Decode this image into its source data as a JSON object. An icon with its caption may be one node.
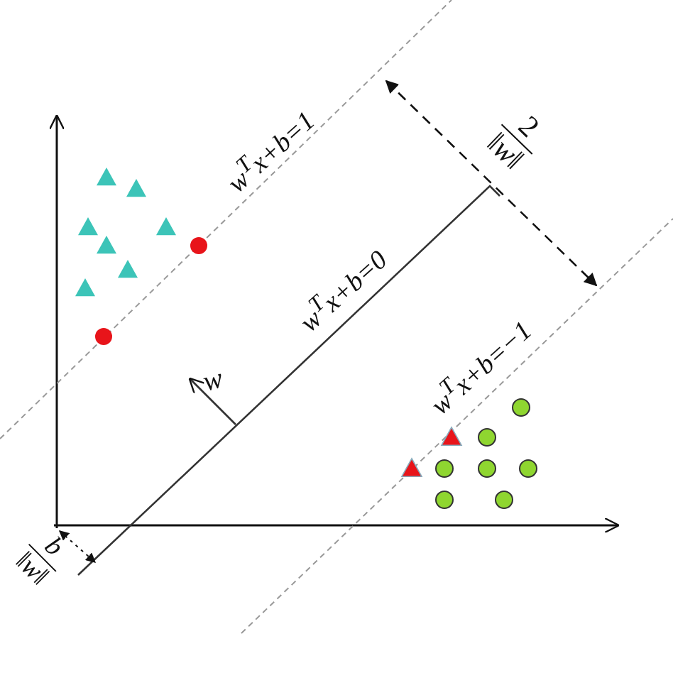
{
  "diagram": {
    "labels": [
      "w$^{T}$x+b=1",
      "2",
      "‖w‖",
      "w$^{T}$x+b=0",
      "w",
      "w$^{T}$x+b=−1",
      "b",
      "‖w‖"
    ]
  }
}
